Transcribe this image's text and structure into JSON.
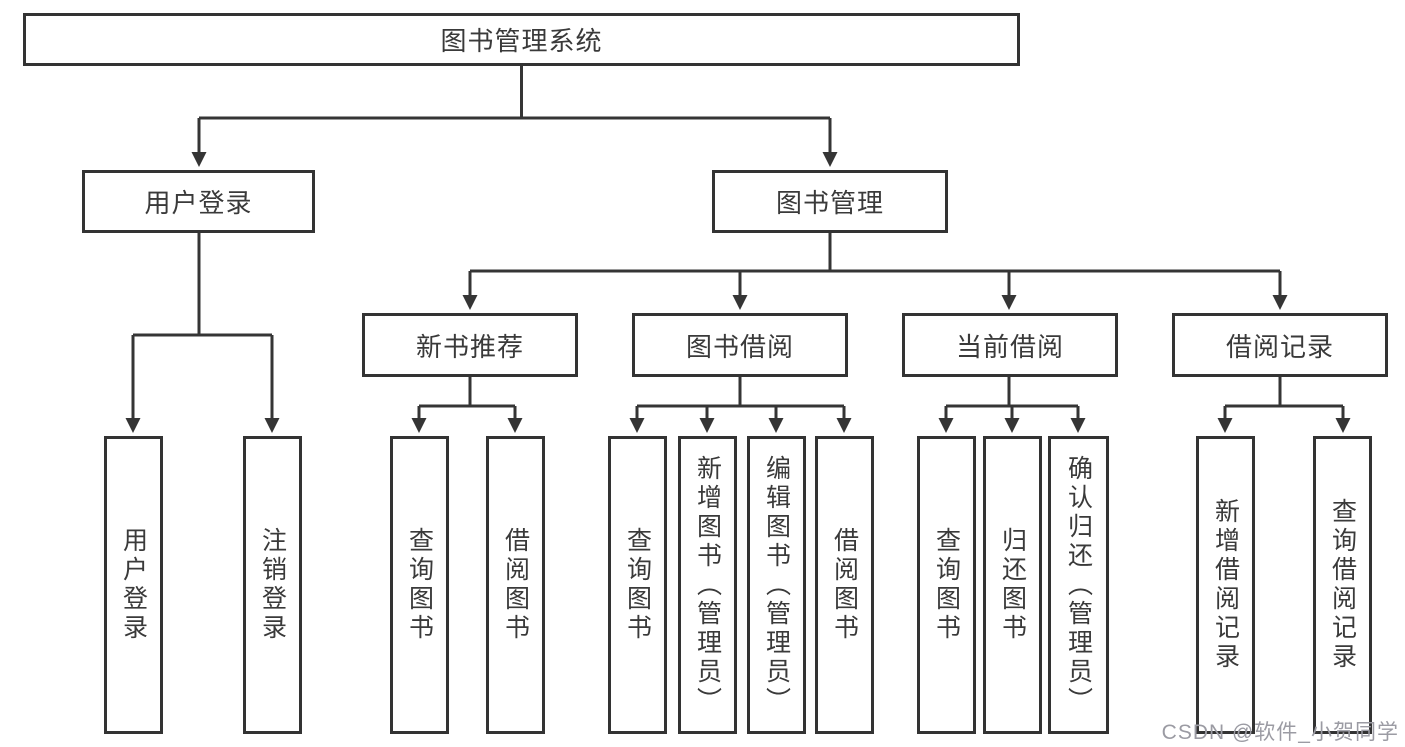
{
  "diagram": {
    "root": {
      "label": "图书管理系统"
    },
    "branches": [
      {
        "label": "用户登录",
        "children": [
          {
            "label": "用户登录"
          },
          {
            "label": "注销登录"
          }
        ]
      },
      {
        "label": "图书管理",
        "children": [
          {
            "label": "新书推荐",
            "children": [
              {
                "label": "查询图书"
              },
              {
                "label": "借阅图书"
              }
            ]
          },
          {
            "label": "图书借阅",
            "children": [
              {
                "label": "查询图书"
              },
              {
                "label": "新增图书（管理员）"
              },
              {
                "label": "编辑图书（管理员）"
              },
              {
                "label": "借阅图书"
              }
            ]
          },
          {
            "label": "当前借阅",
            "children": [
              {
                "label": "查询图书"
              },
              {
                "label": "归还图书"
              },
              {
                "label": "确认归还（管理员）"
              }
            ]
          },
          {
            "label": "借阅记录",
            "children": [
              {
                "label": "新增借阅记录"
              },
              {
                "label": "查询借阅记录"
              }
            ]
          }
        ]
      }
    ],
    "watermark": "CSDN @软件_小贺同学",
    "colors": {
      "line": "#353535",
      "border": "#333333",
      "text": "#3a3a3a",
      "background": "#ffffff",
      "watermark": "#9b9ba3"
    }
  }
}
